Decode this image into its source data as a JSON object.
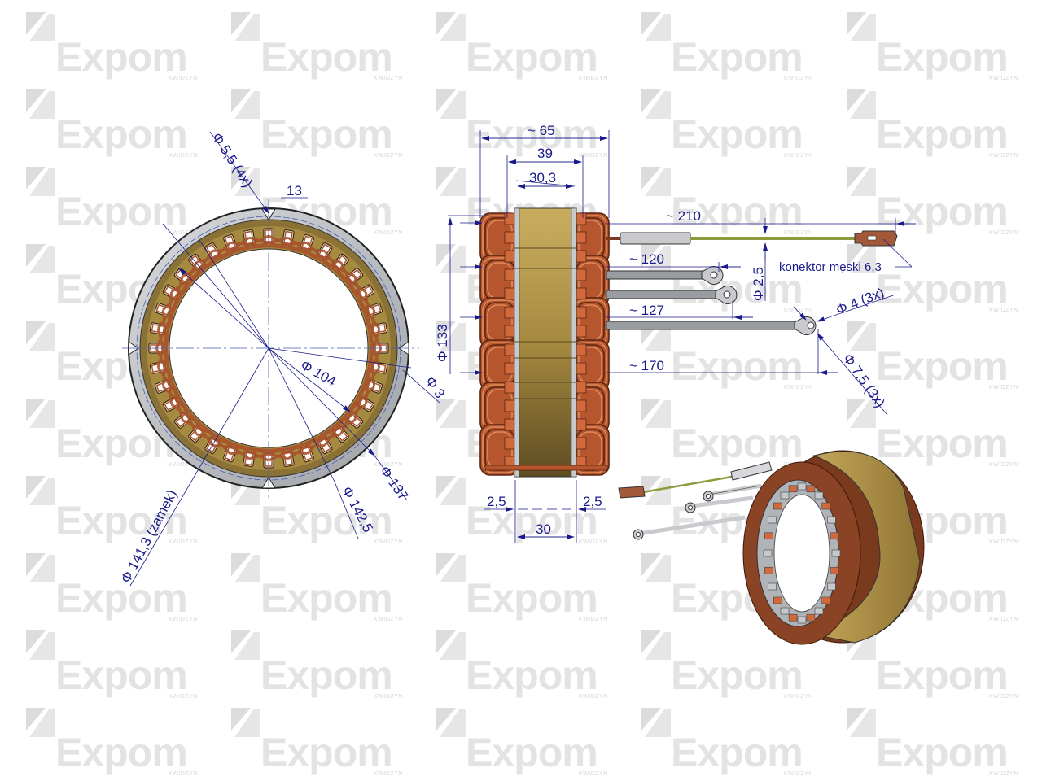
{
  "watermark": {
    "brand": "Expom",
    "sub": "KWIDZYN",
    "columns_x": [
      32,
      284,
      536,
      788,
      1040
    ],
    "rows_y": [
      15,
      110,
      205,
      300,
      395,
      490,
      585,
      680,
      775,
      870
    ]
  },
  "colors": {
    "dimension": "#1a1a8c",
    "core": "#b89a4e",
    "core_dark": "#6e5a28",
    "copper": "#b5562f",
    "copper_dark": "#6b2a12",
    "ring": "#c8cbd0",
    "watermark": "#e3e3e3"
  },
  "front_view": {
    "labels": {
      "hole": "Φ 5,5 (4x)",
      "notch_width": "13",
      "inner_diameter": "Φ 104",
      "small_hole": "Φ 3",
      "slot_diameter": "Φ 137",
      "outer_diameter": "Φ 142,5",
      "lock_diameter": "Φ 141,3 (zamek)"
    }
  },
  "side_view": {
    "labels": {
      "overall_width": "~ 65",
      "winding_width": "39",
      "core_width": "30,3",
      "height": "Φ 133",
      "lead_1": "~ 210",
      "lead_2": "~ 120",
      "lead_3": "~ 127",
      "lead_4": "~ 170",
      "wire_diameter": "Φ 2,5",
      "connector": "konektor męski 6,3",
      "eyelet_hole": "Φ 4 (3x)",
      "eyelet_outer": "Φ 7,5 (3x)",
      "left_step": "2,5",
      "right_step": "2,5",
      "base_width": "30"
    }
  }
}
